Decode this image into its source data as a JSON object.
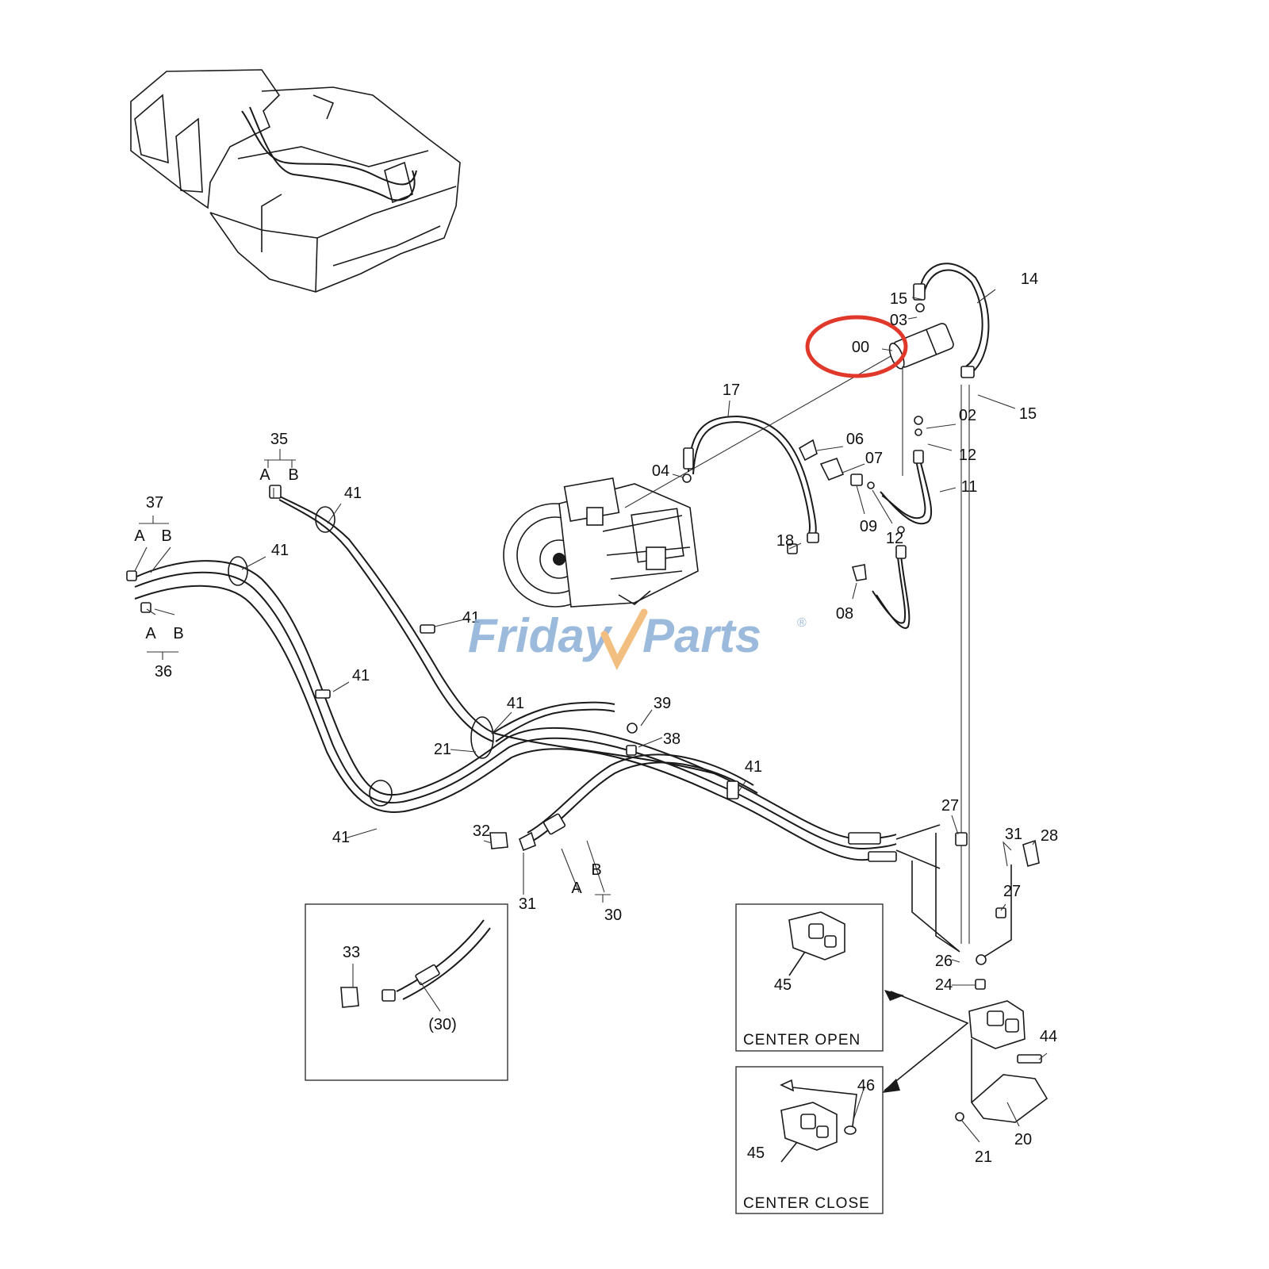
{
  "callouts": {
    "c00": "00",
    "c02": "02",
    "c03": "03",
    "c04": "04",
    "c06": "06",
    "c07": "07",
    "c08": "08",
    "c09": "09",
    "c11": "11",
    "c12a": "12",
    "c12b": "12",
    "c14": "14",
    "c15a": "15",
    "c15b": "15",
    "c17": "17",
    "c18": "18",
    "c20": "20",
    "c21a": "21",
    "c21b": "21",
    "c24": "24",
    "c26": "26",
    "c27a": "27",
    "c27b": "27",
    "c28": "28",
    "c30": "30",
    "c30p": "(30)",
    "c31a": "31",
    "c31b": "31",
    "c32": "32",
    "c33": "33",
    "c35": "35",
    "c36": "36",
    "c37": "37",
    "c38": "38",
    "c39": "39",
    "c41a": "41",
    "c41b": "41",
    "c41c": "41",
    "c41d": "41",
    "c41e": "41",
    "c41f": "41",
    "c41g": "41",
    "c44": "44",
    "c45a": "45",
    "c45b": "45",
    "c46": "46"
  },
  "ports": {
    "p35A": "A",
    "p35B": "B",
    "p37A": "A",
    "p37B": "B",
    "p36A": "A",
    "p36B": "B",
    "p30A": "A",
    "p30B": "B"
  },
  "insets": {
    "center_open": "CENTER  OPEN",
    "center_close": "CENTER  CLOSE"
  },
  "watermark": {
    "part1": "Friday",
    "part2": "Parts",
    "mark": "®",
    "color_main": "#8aaed6",
    "color_accent": "#f0b46a"
  },
  "highlight": {
    "color": "#e0392b"
  }
}
